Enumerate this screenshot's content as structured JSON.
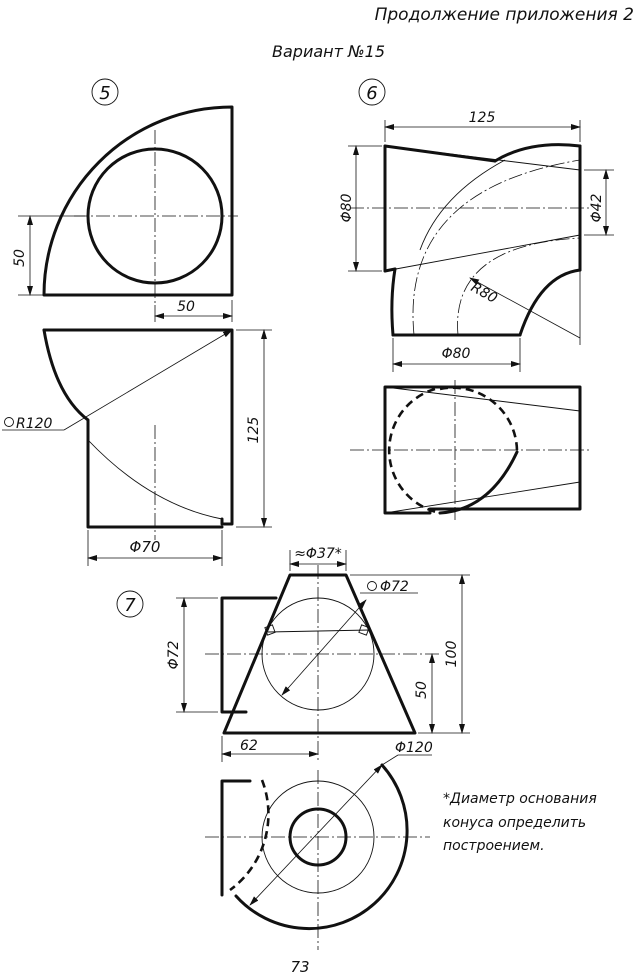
{
  "header": {
    "continuation": "Продолжение приложения 2",
    "variant": "Вариант №15"
  },
  "drawings": [
    {
      "number": "5",
      "dimensions": {
        "height_left": "50",
        "width_bottom_top_view": "50",
        "radius": "R120",
        "height_front": "125",
        "diameter": "Φ70"
      }
    },
    {
      "number": "6",
      "dimensions": {
        "length_top": "125",
        "diameter_left": "Φ80",
        "diameter_right": "Φ42",
        "radius": "R80",
        "diameter_bottom": "Φ80"
      }
    },
    {
      "number": "7",
      "dimensions": {
        "cone_top": "≈Φ37*",
        "sphere": "Φ72",
        "cylinder": "Φ72",
        "height_total": "100",
        "height_half": "50",
        "offset": "62",
        "outer_diameter": "Φ120"
      }
    }
  ],
  "note": {
    "lines": [
      "*Диаметр основания",
      "конуса определить",
      "построением."
    ]
  },
  "footer": {
    "page_number": "73"
  }
}
